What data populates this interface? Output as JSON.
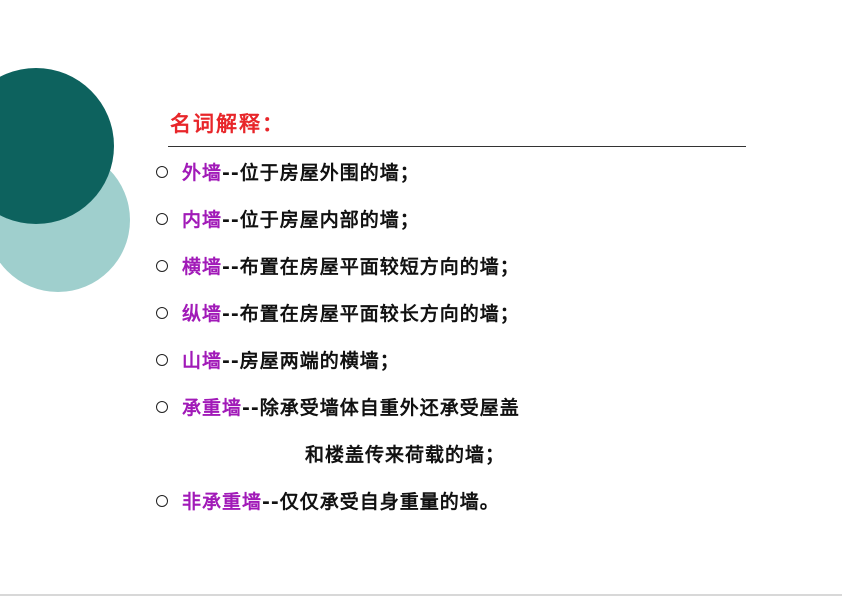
{
  "colors": {
    "accent_title": "#e8262a",
    "term_purple": "#a11ab8",
    "teal_dark": "#0d625e",
    "teal_light": "#9fcfcd"
  },
  "title": "名词解释：",
  "items": [
    {
      "term": "外墙",
      "desc": "--位于房屋外围的墙；"
    },
    {
      "term": "内墙",
      "desc": "--位于房屋内部的墙；"
    },
    {
      "term": "横墙",
      "desc": "--布置在房屋平面较短方向的墙；"
    },
    {
      "term": "纵墙",
      "desc": "--布置在房屋平面较长方向的墙；"
    },
    {
      "term": "山墙",
      "desc": "--房屋两端的横墙；"
    },
    {
      "term": "承重墙",
      "desc": "--除承受墙体自重外还承受屋盖"
    },
    {
      "term": "非承重墙",
      "desc": "--仅仅承受自身重量的墙。"
    }
  ],
  "continuation": "和楼盖传来荷载的墙；"
}
